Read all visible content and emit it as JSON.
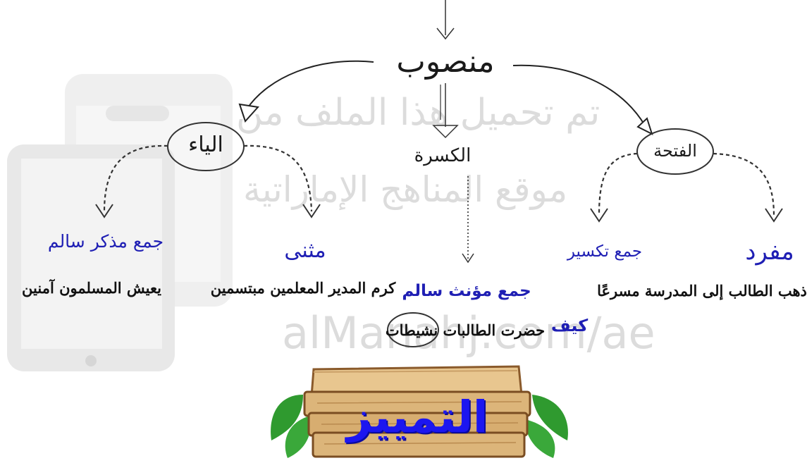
{
  "watermark": {
    "line1": "تم تحميل هذا الملف من",
    "line2": "موقع المناهج الإماراتية",
    "line3": "alManahj.com/ae"
  },
  "diagram": {
    "root": "منصوب",
    "branches": {
      "ya": {
        "label": "الياء",
        "children": [
          {
            "label": "مثنى",
            "example": "كرم المدير المعلمين مبتسمين"
          },
          {
            "label": "جمع مذكر سالم",
            "example": "يعيش المسلمون آمنين"
          }
        ]
      },
      "kasra": {
        "label": "الكسرة",
        "children": [
          {
            "label": "جمع مؤنث سالم",
            "example": "حضرت الطالبات نشيطات"
          }
        ]
      },
      "fatha": {
        "label": "الفتحة",
        "children": [
          {
            "label": "مفرد",
            "example": "ذهب الطالب إلى المدرسة مسرعًا"
          },
          {
            "label": "جمع تكسير"
          }
        ]
      }
    },
    "question_word": "كيف"
  },
  "sign": {
    "label": "التمييز"
  },
  "colors": {
    "node_blue": "#1f1fb4",
    "sign_text": "#1c16f0",
    "wood": "#dcb57a",
    "leaf": "#2f9a2f"
  }
}
